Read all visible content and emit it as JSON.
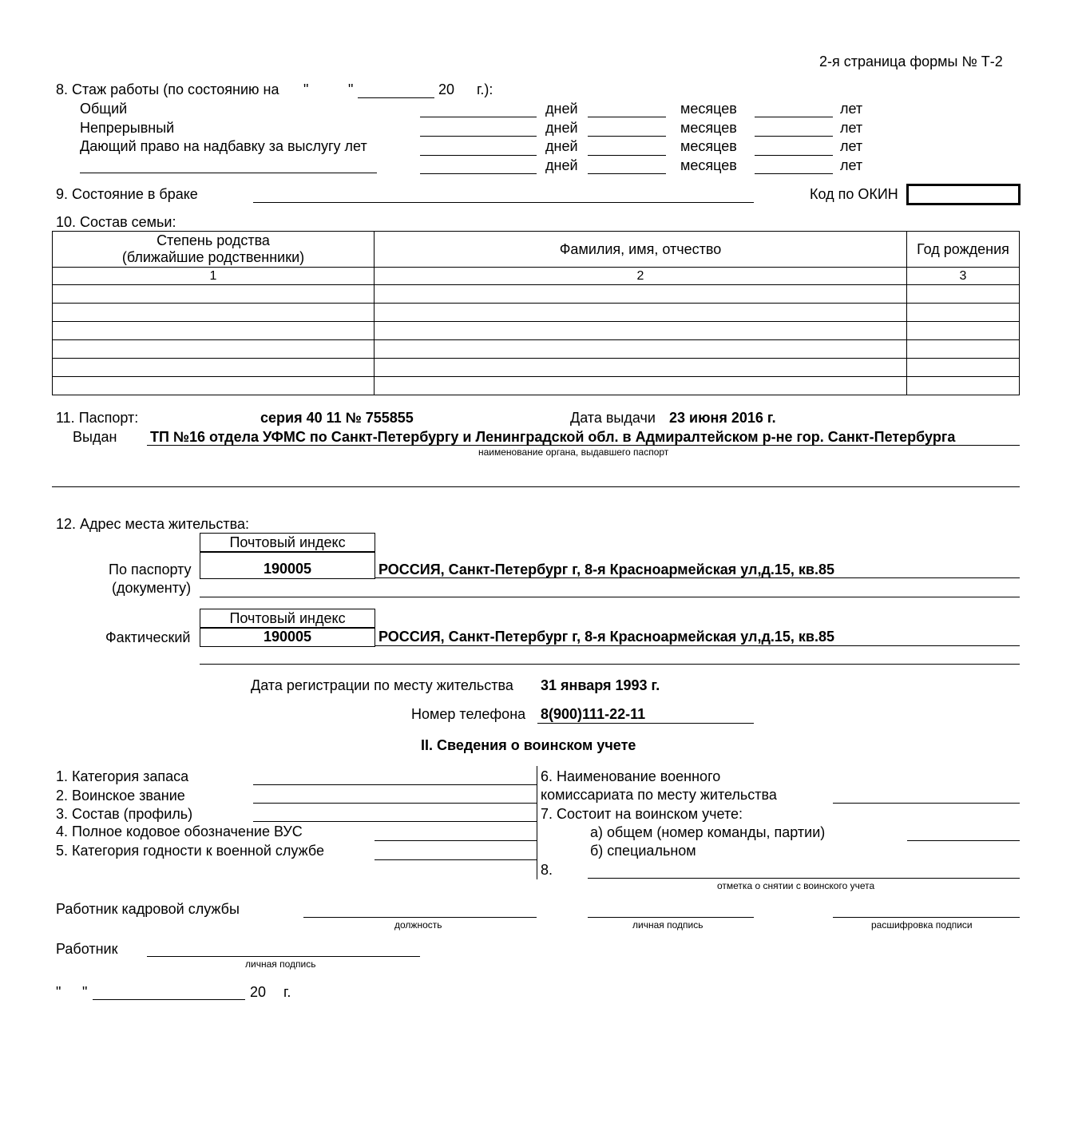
{
  "page_header": "2-я страница формы № Т-2",
  "section8": {
    "title_prefix": "8. Стаж работы (по состоянию на",
    "quote_open": "\"",
    "quote_close": "\"",
    "year_prefix": "20",
    "year_suffix": "г.):",
    "rows": [
      {
        "label": "Общий",
        "days_label": "дней",
        "months_label": "месяцев",
        "years_label": "лет"
      },
      {
        "label": "Непрерывный",
        "days_label": "дней",
        "months_label": "месяцев",
        "years_label": "лет"
      },
      {
        "label": "Дающий право на надбавку за выслугу лет",
        "days_label": "дней",
        "months_label": "месяцев",
        "years_label": "лет"
      },
      {
        "label": "",
        "days_label": "дней",
        "months_label": "месяцев",
        "years_label": "лет"
      }
    ]
  },
  "section9": {
    "label": "9. Состояние в браке",
    "okin_label": "Код по ОКИН"
  },
  "section10": {
    "title": "10. Состав семьи:",
    "columns": [
      {
        "header_line1": "Степень родства",
        "header_line2": "(ближайшие родственники)",
        "number": "1"
      },
      {
        "header_line1": "Фамилия, имя, отчество",
        "number": "2"
      },
      {
        "header_line1": "Год рождения",
        "number": "3"
      }
    ],
    "empty_rows": 6
  },
  "section11": {
    "label": "11. Паспорт:",
    "series": "серия 40 11 № 755855",
    "issue_date_label": "Дата выдачи",
    "issue_date": "23 июня 2016 г.",
    "issued_by_label": "Выдан",
    "issued_by": "ТП №16 отдела УФМС по Санкт-Петербургу и Ленинградской обл. в Адмиралтейском р-не гор. Санкт-Петербурга",
    "issued_by_caption": "наименование органа, выдавшего паспорт"
  },
  "section12": {
    "title": "12. Адрес места жительства:",
    "postal_index_label": "Почтовый индекс",
    "passport_label_line1": "По паспорту",
    "passport_label_line2": "(документу)",
    "passport_index": "190005",
    "passport_address": "РОССИЯ, Санкт-Петербург г, 8-я Красноармейская ул,д.15, кв.85",
    "actual_label": "Фактический",
    "actual_index": "190005",
    "actual_address": "РОССИЯ, Санкт-Петербург г, 8-я Красноармейская ул,д.15, кв.85",
    "registration_date_label": "Дата регистрации по месту жительства",
    "registration_date": "31 января 1993 г.",
    "phone_label": "Номер телефона",
    "phone": "8(900)111-22-11"
  },
  "military": {
    "title": "II. Сведения о воинском учете",
    "left_items": [
      "1. Категория запаса",
      "2. Воинское звание",
      "3. Состав (профиль)",
      "4. Полное кодовое обозначение ВУС",
      "5. Категория годности к военной службе"
    ],
    "item6_line1": "6. Наименование военного",
    "item6_line2": "комиссариата по месту жительства",
    "item7": "7. Состоит на воинском учете:",
    "item7a": "а) общем (номер команды, партии)",
    "item7b": "б) специальном",
    "item8": "8.",
    "item8_caption": "отметка о снятии с воинского учета"
  },
  "signatures": {
    "hr_label": "Работник кадровой службы",
    "position_caption": "должность",
    "signature_caption": "личная подпись",
    "decoding_caption": "расшифровка подписи",
    "employee_label": "Работник",
    "employee_signature_caption": "личная подпись",
    "date_quote_open": "\"",
    "date_quote_close": "\"",
    "date_year_prefix": "20",
    "date_year_suffix": "г."
  }
}
